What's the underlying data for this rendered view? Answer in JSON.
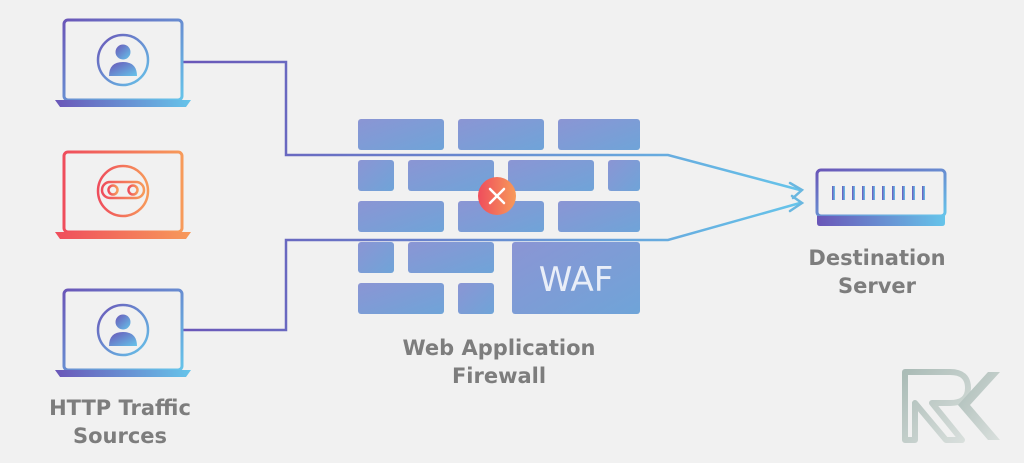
{
  "diagram": {
    "sources": {
      "caption_line1": "HTTP Traffic",
      "caption_line2": "Sources",
      "items": [
        {
          "kind": "user",
          "status": "allowed",
          "icon": "user-icon"
        },
        {
          "kind": "bot",
          "status": "blocked",
          "icon": "robot-icon"
        },
        {
          "kind": "user",
          "status": "allowed",
          "icon": "user-icon"
        }
      ]
    },
    "firewall": {
      "label": "WAF",
      "caption_line1": "Web Application",
      "caption_line2": "Firewall",
      "block_icon": "close-icon"
    },
    "destination": {
      "caption_line1": "Destination",
      "caption_line2": "Server",
      "icon": "server-icon"
    },
    "colors": {
      "brand_blue": "#6f86c6",
      "accent_cyan": "#6ab7e0",
      "accent_purple": "#6a56b8",
      "blocked_red": "#ef4d5c",
      "blocked_orange": "#f5855a",
      "caption_grey": "#7d7d7d",
      "background": "#f1f1f1"
    }
  },
  "watermark": {
    "text": "RK"
  }
}
